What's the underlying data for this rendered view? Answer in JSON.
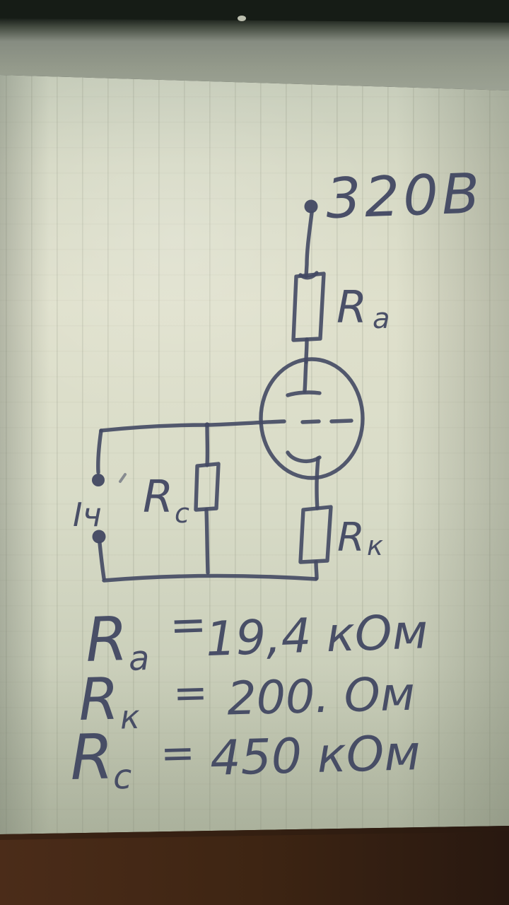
{
  "photo": {
    "supply_voltage": "320В",
    "input_label": "Iч",
    "labels": {
      "anode": {
        "symbol": "R",
        "subscript": "a"
      },
      "grid": {
        "symbol": "R",
        "subscript": "c"
      },
      "cathode": {
        "symbol": "R",
        "subscript": "к"
      }
    },
    "equations": [
      {
        "symbol": "R",
        "subscript": "a",
        "eq": "=",
        "value": "19,4 кОм"
      },
      {
        "symbol": "R",
        "subscript": "к",
        "eq": "=",
        "value": "200. Ом"
      },
      {
        "symbol": "R",
        "subscript": "c",
        "eq": "=",
        "value": "450 кОм"
      }
    ],
    "colors": {
      "ink": "#434963",
      "paper": "#dadcc7",
      "desk_top": "#8e948a",
      "desk_bottom": "#3e2514",
      "top_bar": "#1a201a"
    }
  }
}
